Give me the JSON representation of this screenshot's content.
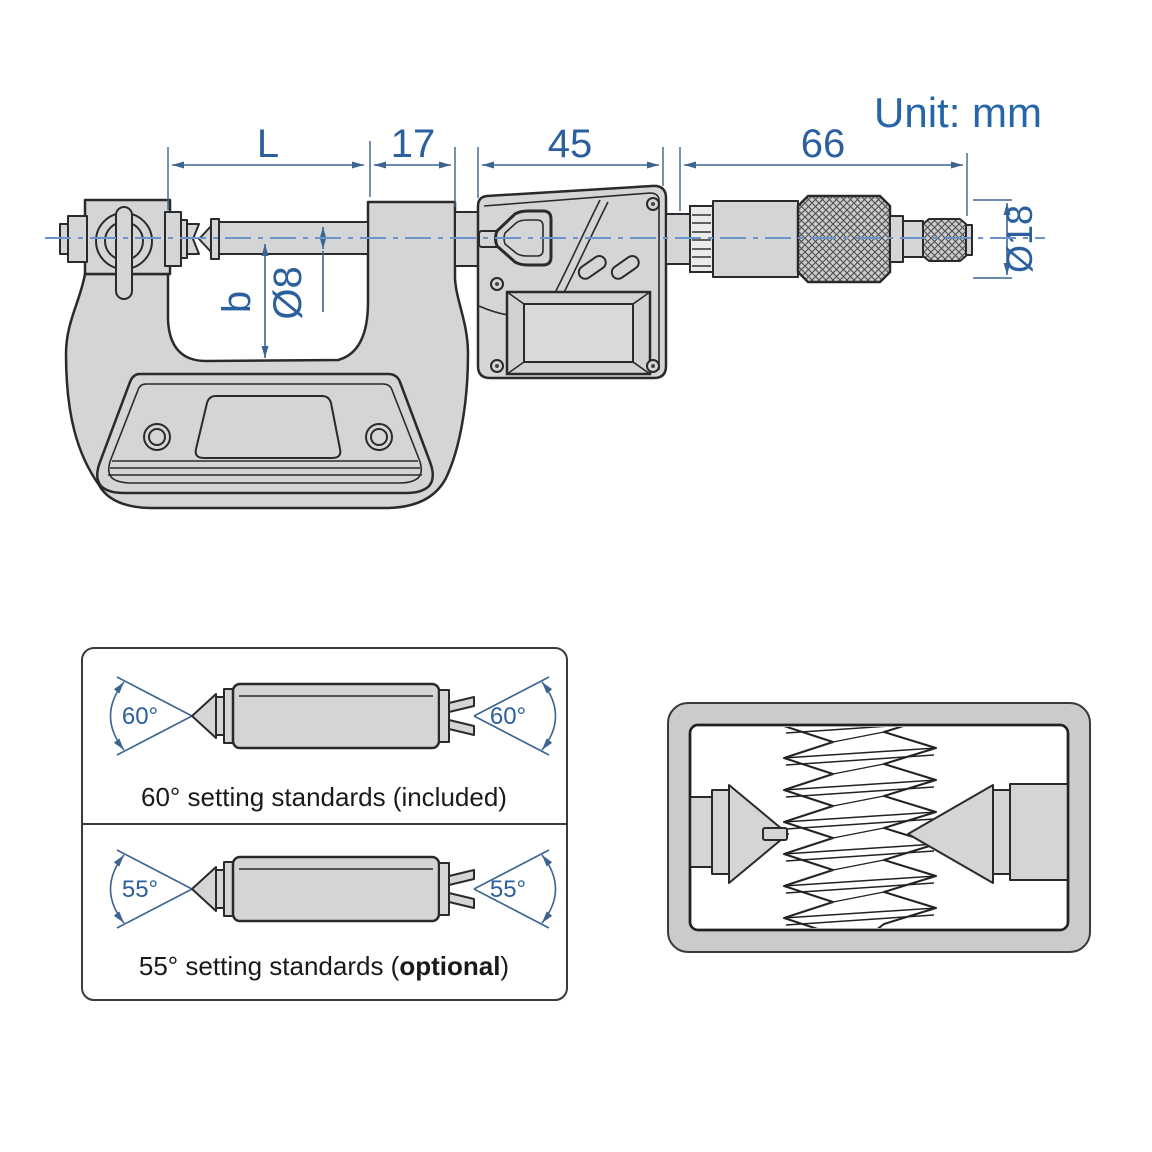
{
  "unit_label": "Unit: mm",
  "colors": {
    "dimension_line": "#3c6491",
    "dimension_text": "#2b5f9e",
    "centerline": "#6b93c8",
    "part_fill": "#d3d5d7",
    "part_outline": "#2a2a2a",
    "caption_text": "#1a1a1a"
  },
  "dimensions": {
    "L": "L",
    "arm_width": "17",
    "display_width": "45",
    "barrel_length": "66",
    "spindle_diameter": "Ø8",
    "throat_depth": "b",
    "thimble_diameter": "Ø18"
  },
  "standards_panels": {
    "panel_60": {
      "left_angle": "60°",
      "right_angle": "60°",
      "caption": "60° setting standards (included)"
    },
    "panel_55": {
      "left_angle": "55°",
      "right_angle": "55°",
      "caption_prefix": "55° setting standards (",
      "caption_emphasis": "optional",
      "caption_suffix": ")"
    }
  }
}
